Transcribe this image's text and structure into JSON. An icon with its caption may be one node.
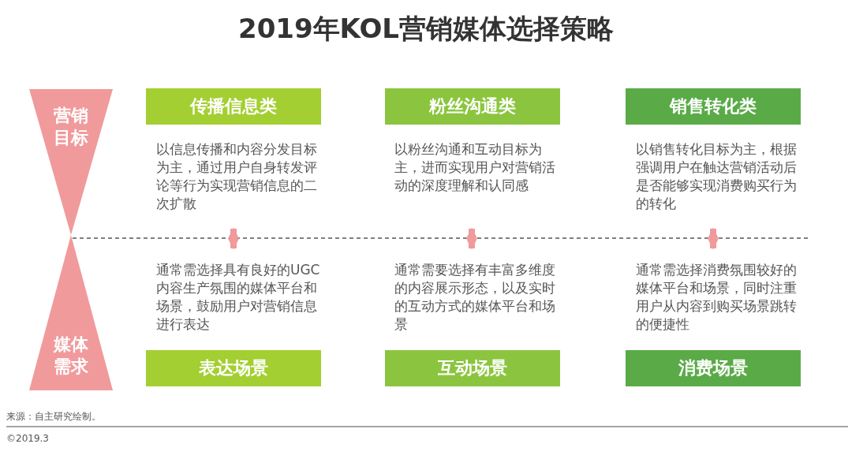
{
  "diagram": {
    "title": "2019年KOL营销媒体选择策略",
    "nodes": [
      {
        "text": [
          "营销目标"
        ]
      },
      {
        "text": [
          "媒体需求"
        ]
      },
      {
        "text": [
          "传播信息类"
        ]
      },
      {
        "text": [
          "粉丝沟通类"
        ]
      },
      {
        "text": [
          "销售转化类"
        ]
      },
      {
        "text": [
          "以信息传播和内容分发目标为主，通过用户自身转发评论等行为实现营销信息的二次扩散"
        ]
      },
      {
        "text": [
          "以粉丝沟通和互动目标为主，进而实现用户对营销活动的深度理解和认同感"
        ]
      },
      {
        "text": [
          "以销售转化目标为主，根据强调用户在触达营销活动后是否能够实现消费购买行为的转化"
        ]
      },
      {
        "text": [
          "通常需选择具有良好的UGC内容生产氛围的媒体平台和场景，鼓励用户对营销信息进行表达"
        ]
      },
      {
        "text": [
          "通常需要选择有丰富多维度的内容展示形态，以及实时的互动方式的媒体平台和场景"
        ]
      },
      {
        "text": [
          "通常需选择消费氛围较好的媒体平台和场景，同时注重用户从内容到购买场景跳转的便捷性"
        ]
      },
      {
        "text": [
          "表达场景"
        ]
      },
      {
        "text": [
          "互动场景"
        ]
      },
      {
        "text": [
          "消费场景"
        ]
      }
    ],
    "edges": [
      {
        "from": 5,
        "to": 8,
        "arrow": "both"
      },
      {
        "from": 6,
        "to": 9,
        "arrow": "both"
      },
      {
        "from": 7,
        "to": 10,
        "arrow": "both"
      }
    ],
    "labels": [
      "来源：自主研究绘制。",
      "©2019.3"
    ]
  }
}
